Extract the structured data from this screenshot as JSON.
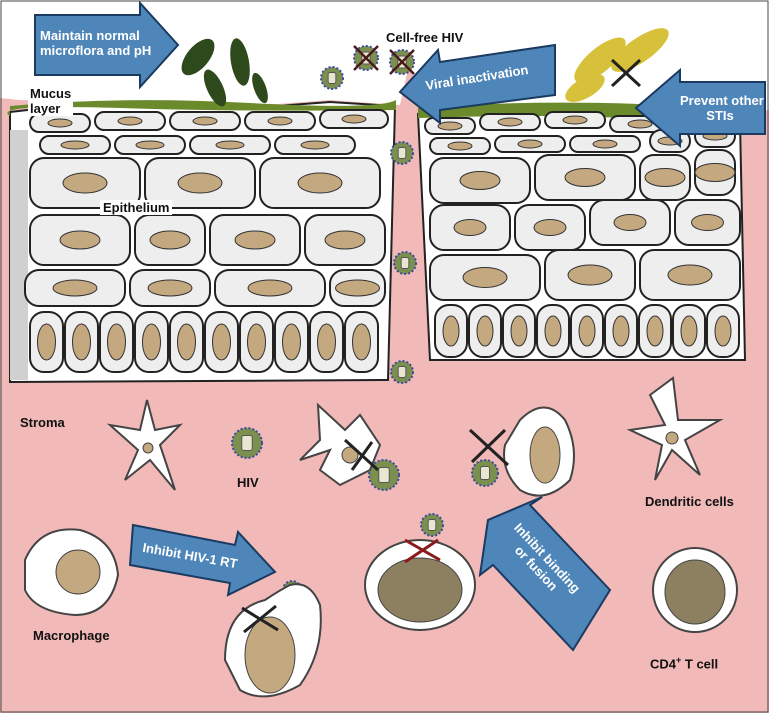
{
  "labels": {
    "cell_free_hiv": "Cell-free HIV",
    "mucus": [
      "Mucus",
      "layer"
    ],
    "epithelium": "Epithelium",
    "stroma": "Stroma",
    "hiv": "HIV",
    "dendritic_cells": "Dendritic cells",
    "macrophage": "Macrophage",
    "cd4_main": "CD4",
    "cd4_sup": "+",
    "cd4_rest": " T cell"
  },
  "arrows": {
    "microflora": [
      "Maintain normal",
      "microflora and pH"
    ],
    "viral_inactivation": "Viral inactivation",
    "prevent_stis": [
      "Prevent other",
      "STIs"
    ],
    "inhibit_rt": "Inhibit HIV-1 RT",
    "inhibit_binding": [
      "Inhibit binding",
      "or fusion"
    ]
  },
  "colors": {
    "stroma": "#f2b9b9",
    "mucus": "#6b8a2c",
    "cell_fill": "#eeeeee",
    "nucleus": "#c4a880",
    "arrow": "#4f86b9",
    "virus": "#7b8f4e",
    "bacteria_green": "#2e4a1c",
    "bacteria_yellow": "#d8c13a"
  }
}
